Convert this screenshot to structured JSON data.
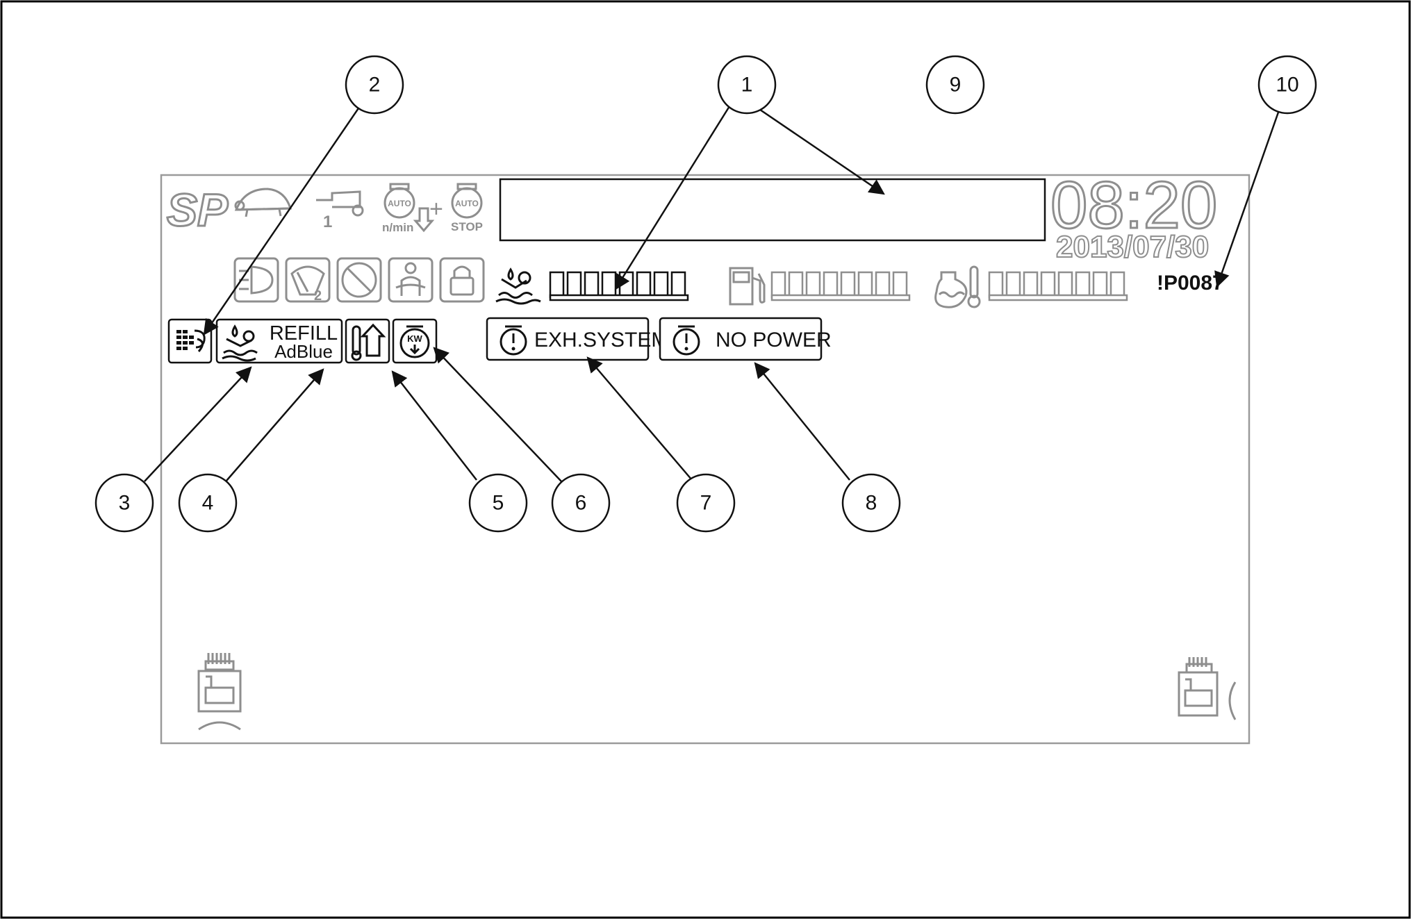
{
  "display": {
    "clock": "08:20",
    "date": "2013/07/30",
    "error_code": "!P0087",
    "refill_line1": "REFILL",
    "refill_line2": "AdBlue",
    "exh_system": "EXH.SYSTEM",
    "no_power": "NO POWER",
    "sp_label": "SP",
    "gear_number": "1",
    "auto_label_1": "AUTO",
    "auto_label_2": "AUTO",
    "rpm_label": "n/min",
    "stop_label": "STOP",
    "plus_sign": "+",
    "wiper_number": "2",
    "kw_label": "KW"
  },
  "callouts": [
    "1",
    "2",
    "3",
    "4",
    "5",
    "6",
    "7",
    "8",
    "9",
    "10"
  ],
  "gauges": {
    "adblue_segments": 8,
    "fuel_segments": 8,
    "coolant_segments": 8
  },
  "colors": {
    "ink": "#111111",
    "inactive_grey": "#8e8e8e"
  }
}
